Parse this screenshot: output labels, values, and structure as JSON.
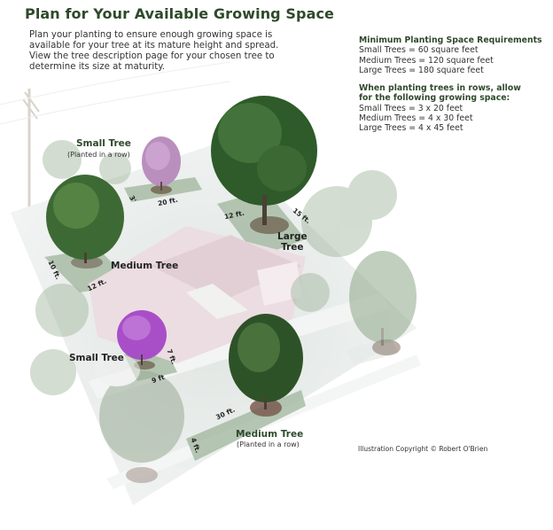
{
  "header": {
    "title": "Plan for Your Available Growing Space",
    "intro_lines": [
      "Plan your planting to ensure enough growing space is",
      "available for your tree at its mature height and spread.",
      "View the tree description page for your chosen tree to",
      "determine its size at maturity."
    ]
  },
  "requirements": {
    "minimum": {
      "heading": "Minimum Planting Space Requirements",
      "items": [
        "Small Trees = 60 square feet",
        "Medium Trees = 120 square feet",
        "Large Trees = 180 square feet"
      ]
    },
    "rows": {
      "heading_lines": [
        "When planting trees in rows, allow",
        "for the following growing space:"
      ],
      "items": [
        "Small Trees = 3 x 20 feet",
        "Medium Trees = 4 x 30 feet",
        "Large Trees = 4 x 45 feet"
      ]
    }
  },
  "illustration": {
    "labels": {
      "small_tree_row": {
        "name": "Small Tree",
        "note": "(Planted in a row)",
        "dims": [
          "3'",
          "20 ft."
        ]
      },
      "large_tree": {
        "name_lines": [
          "Large",
          "Tree"
        ],
        "dims": [
          "12 ft.",
          "15 ft."
        ]
      },
      "medium_tree_left": {
        "name": "Medium Tree",
        "dims": [
          "10 ft.",
          "12 ft."
        ]
      },
      "small_tree_front": {
        "name": "Small Tree",
        "dims": [
          "7 ft.",
          "9 ft"
        ]
      },
      "medium_tree_row": {
        "name": "Medium Tree",
        "note": "(Planted in a row)",
        "dims": [
          "30 ft.",
          "4 ft."
        ]
      }
    },
    "colors": {
      "heading_green": "#2e4a2a",
      "lawn": "#dfe5e2",
      "plot": "#9fb59c",
      "mulch": "#6e5f4e",
      "tree_dark": "#2f5a2a",
      "tree_light": "#5e8f4c",
      "lilac": "#a84fc8",
      "house_roof": "#ecdde2"
    }
  },
  "footer": {
    "copyright": "Illustration Copyright © Robert O'Brien"
  }
}
